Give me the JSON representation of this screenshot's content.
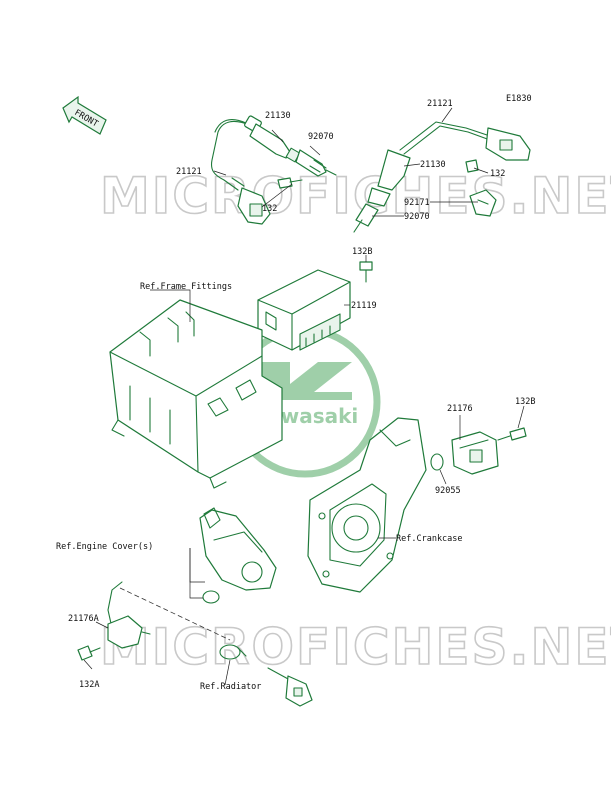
{
  "diagram_code": "E1830",
  "front_label": "FRONT",
  "watermark_text": "MICROFICHES.NET",
  "logo_text": "Kawasaki",
  "colors": {
    "line": "#1f7a3a",
    "logo": "#9fcfa9",
    "watermark": "#c9c9c9",
    "text": "#111111"
  },
  "labels": {
    "p21130_top": "21130",
    "p92070_top": "92070",
    "p21121_left": "21121",
    "p132_left": "132",
    "p21121_right": "21121",
    "p21130_right": "21130",
    "p132_right": "132",
    "p92171": "92171",
    "p92070_right": "92070",
    "p132B_top": "132B",
    "p21119": "21119",
    "p21176": "21176",
    "p132B_right": "132B",
    "p92055": "92055",
    "p21176A": "21176A",
    "p132A": "132A"
  },
  "refs": {
    "frame": "Ref.Frame Fittings",
    "engine_cover": "Ref.Engine Cover(s)",
    "crankcase": "Ref.Crankcase",
    "radiator": "Ref.Radiator"
  }
}
